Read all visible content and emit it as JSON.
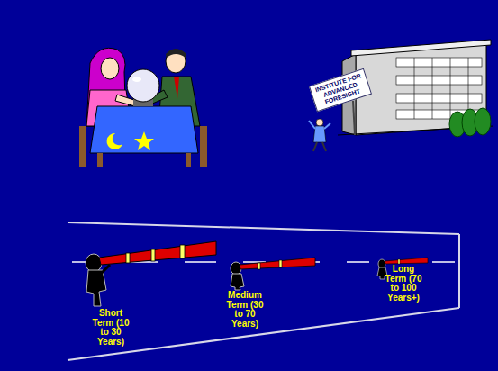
{
  "diagram": {
    "nodes": [
      {
        "text": [
          "INSTITUTE FOR ADVANCED FORESIGHT"
        ]
      }
    ],
    "labels": [
      "Short Term (10 to 30 Years)",
      "Medium Term (30 to 70 Years)",
      "Long Term (70 to 100 Years+)"
    ]
  }
}
